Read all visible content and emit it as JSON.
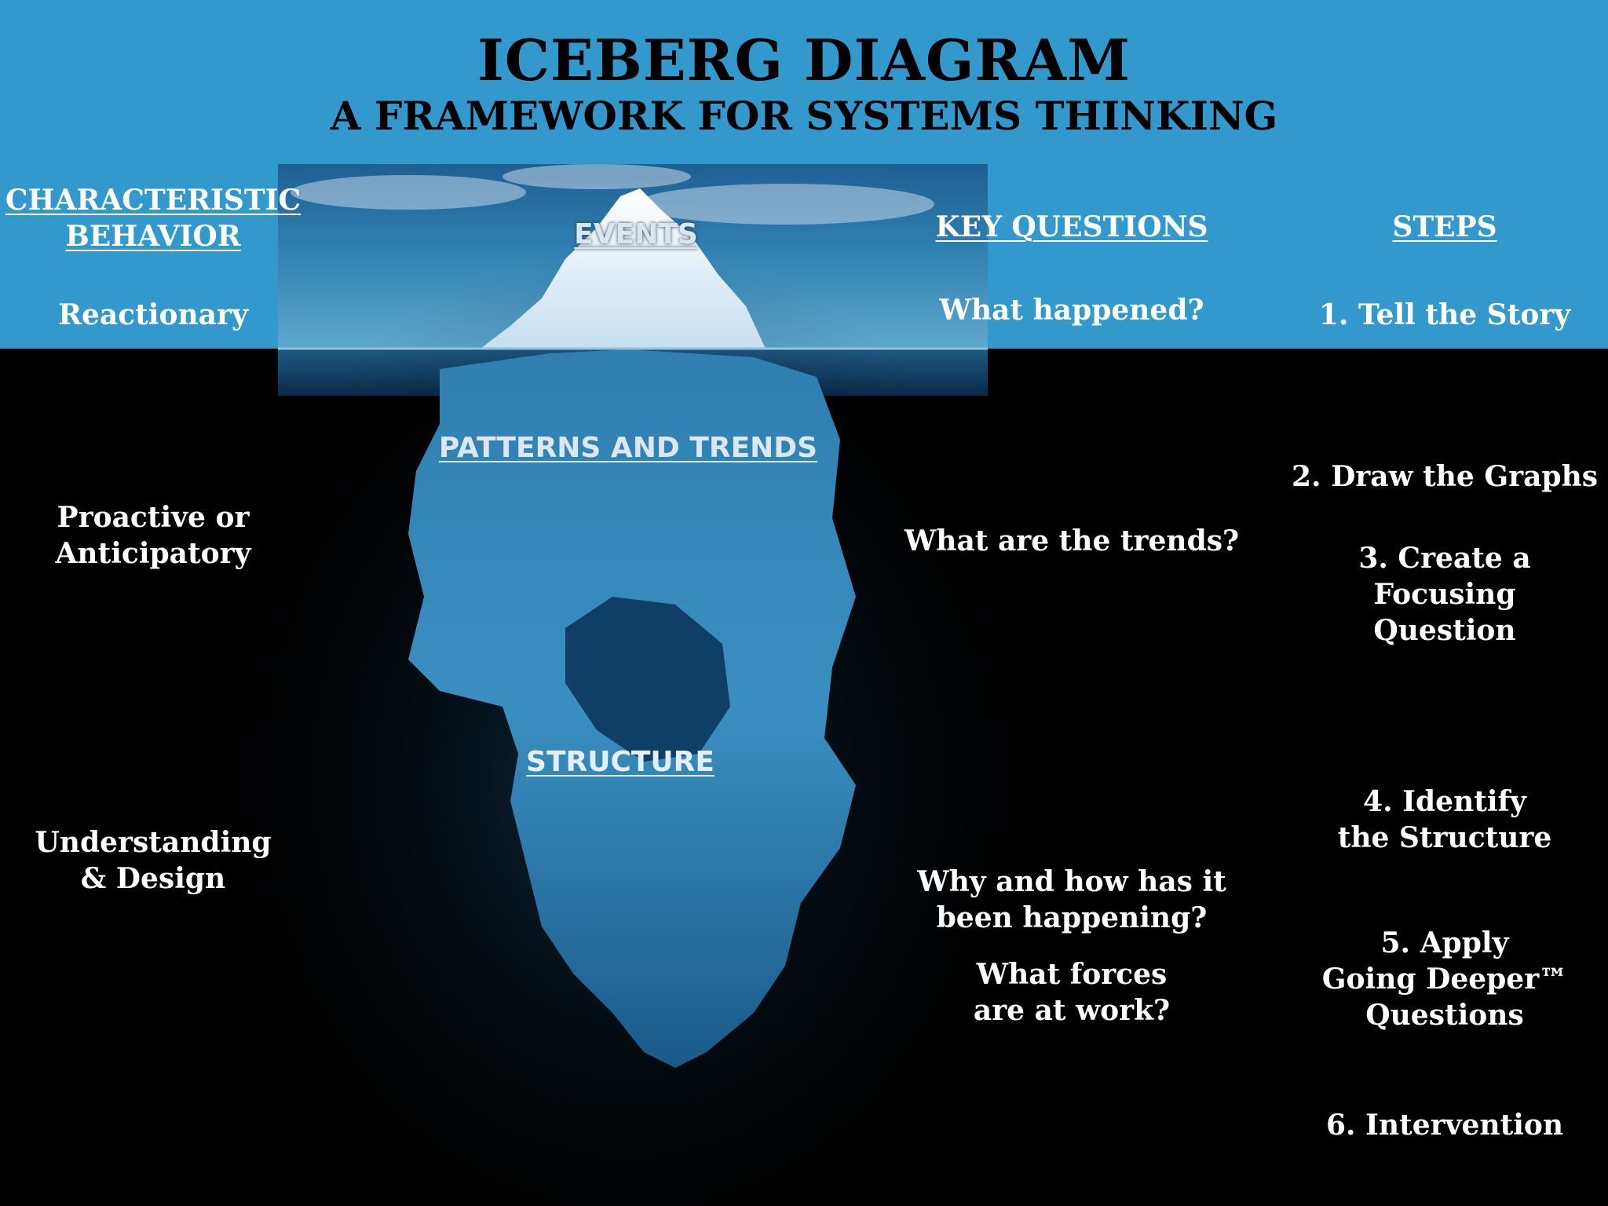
{
  "title": "ICEBERG DIAGRAM",
  "subtitle": "A FRAMEWORK FOR SYSTEMS THINKING",
  "headers": {
    "characteristic": [
      "CHARACTERISTIC",
      "BEHAVIOR"
    ],
    "key_questions": "KEY QUESTIONS",
    "steps": "STEPS"
  },
  "levels": {
    "events": "EVENTS",
    "patterns": "PATTERNS AND TRENDS",
    "structure": "STRUCTURE"
  },
  "characteristic": {
    "events": [
      "Reactionary"
    ],
    "patterns": [
      "Proactive or",
      "Anticipatory"
    ],
    "structure": [
      "Understanding",
      "& Design"
    ]
  },
  "key_questions": {
    "events": [
      "What happened?"
    ],
    "patterns": [
      "What are the trends?"
    ],
    "structure_1": [
      "Why and how has it",
      "been happening?"
    ],
    "structure_2": [
      "What forces",
      "are at work?"
    ]
  },
  "steps": {
    "s1": [
      "1.  Tell the Story"
    ],
    "s2": [
      "2.  Draw the Graphs"
    ],
    "s3": [
      "3.  Create a",
      "Focusing",
      "Question"
    ],
    "s4": [
      "4.  Identify",
      "the Structure"
    ],
    "s5": [
      "5.  Apply",
      "Going Deeper™",
      "Questions"
    ],
    "s6": [
      "6.  Intervention"
    ]
  },
  "colors": {
    "sky": "#3399cc",
    "background": "#000000",
    "text": "#ffffff",
    "title": "#000000",
    "level_label": "#c8d8e8"
  }
}
